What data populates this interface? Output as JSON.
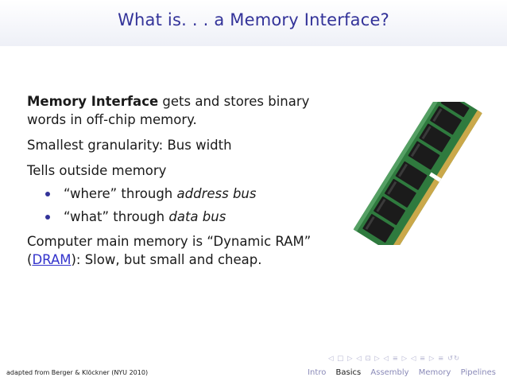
{
  "slide": {
    "title": "What is. . . a Memory Interface?",
    "p1_bold": "Memory Interface",
    "p1_rest": " gets and stores binary words in off-chip memory.",
    "p2": "Smallest granularity: Bus width",
    "p3": "Tells outside memory",
    "bullets": [
      {
        "prefix": "“where” through ",
        "em": "address bus"
      },
      {
        "prefix": "“what” through ",
        "em": "data bus"
      }
    ],
    "p4_line1": "Computer main memory is “Dynamic RAM”",
    "p4_open": "(",
    "p4_link": "DRAM",
    "p4_rest": "): Slow, but small and cheap."
  },
  "image": {
    "icon": "ram-module-icon"
  },
  "footer": {
    "credit": "adapted from Berger & Klöckner (NYU 2010)",
    "nav_symbols": "◁ □ ▷ ◁ ⊡ ▷ ◁ ≡ ▷ ◁ ≡ ▷ ≡ ↺↻",
    "sections": [
      "Intro",
      "Basics",
      "Assembly",
      "Memory",
      "Pipelines"
    ],
    "active_section": "Basics"
  },
  "colors": {
    "title": "#333399",
    "link": "#3333cc",
    "bullet": "#333399"
  }
}
